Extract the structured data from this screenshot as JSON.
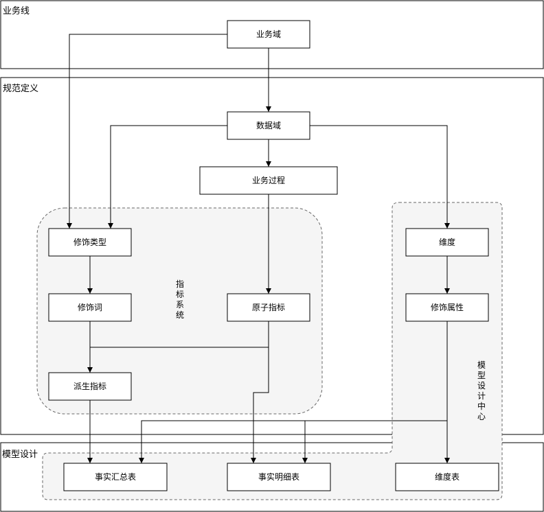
{
  "sections": {
    "business_line": "业务线",
    "spec_definition": "规范定义",
    "model_design": "模型设计"
  },
  "groups": {
    "metric_system": "指标系统",
    "model_design_center": "模型设计中心"
  },
  "nodes": {
    "business_domain": "业务域",
    "data_domain": "数据域",
    "business_process": "业务过程",
    "modifier_type": "修饰类型",
    "modifier_word": "修饰词",
    "derived_metric": "派生指标",
    "atomic_metric": "原子指标",
    "dimension": "维度",
    "modifier_attribute": "修饰属性",
    "fact_summary_table": "事实汇总表",
    "fact_detail_table": "事实明细表",
    "dimension_table": "维度表"
  }
}
